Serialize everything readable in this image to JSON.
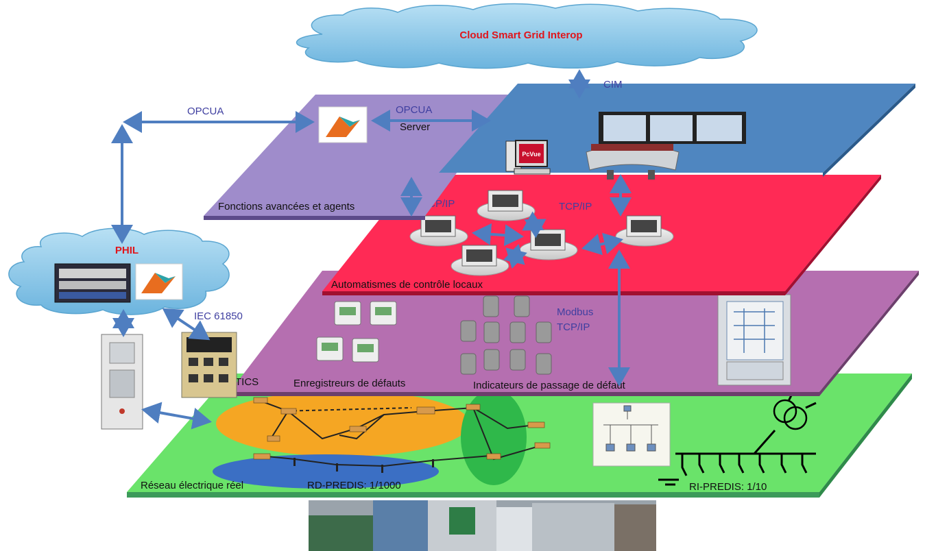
{
  "cloud": {
    "title": "Cloud Smart Grid Interop"
  },
  "phil": {
    "title": "PHIL"
  },
  "protocols": {
    "cim": "CIM",
    "opcua_left": "OPCUA",
    "opcua_server": "OPCUA",
    "server": "Server",
    "tcpip_left": "TCP/IP",
    "tcpip_right": "TCP/IP",
    "iec": "IEC 61850",
    "modbus": "Modbus",
    "modbus_tcpip": "TCP/IP"
  },
  "layers": {
    "advanced": "Fonctions avancées et agents",
    "automation": "Automatismes de contrôle locaux",
    "tics": "TICS",
    "recorders": "Enregistreurs de défauts",
    "fault_indicators": "Indicateurs de passage de défaut",
    "grid": "Réseau électrique réel",
    "rd_predis": "RD-PREDIS: 1/1000",
    "ri_predis": "RI-PREDIS: 1/10"
  },
  "icons": {
    "pcvue": "PcVue",
    "matlab": "matlab-icon"
  },
  "colors": {
    "layer_green": "#6ae36a",
    "layer_purple_mid": "#b56fb0",
    "layer_red": "#ff2a55",
    "layer_blue": "#4f86c0",
    "layer_lavender": "#9f8ccb",
    "cloud": "#87c6e8",
    "arrow": "#4f7ec0",
    "title_red": "#e0151b",
    "protocol_blue": "#3f3fa0"
  }
}
